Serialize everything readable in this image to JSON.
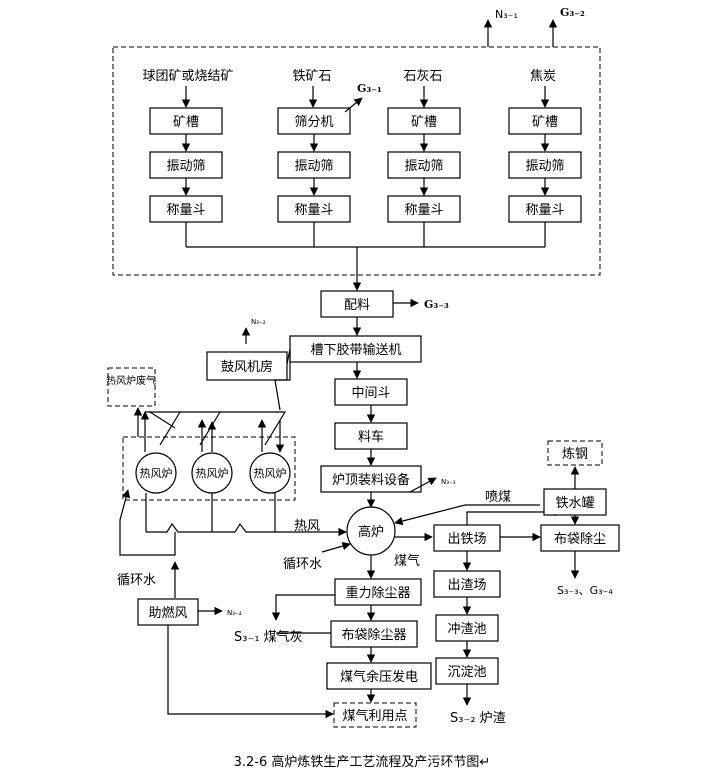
{
  "raw_materials": [
    "球团矿或烧结矿",
    "铁矿石",
    "石灰石",
    "焦炭"
  ],
  "column_steps": [
    [
      "矿槽",
      "振动筛",
      "称量斗"
    ],
    [
      "筛分机",
      "振动筛",
      "称量斗"
    ],
    [
      "矿槽",
      "振动筛",
      "称量斗"
    ],
    [
      "矿槽",
      "振动筛",
      "称量斗"
    ]
  ],
  "emissions": {
    "top_n": "N₃₋₁",
    "top_g": "G₃₋₂",
    "screening": "G₃₋₁",
    "batching": "G₃₋₃",
    "blower": "N₃₋₂",
    "furnace_top": "N₃₋₃",
    "combustion_fan": "N₃₋₄"
  },
  "main_flow": {
    "batching": "配料",
    "conveyor": "槽下胶带输送机",
    "hopper": "中间斗",
    "car": "料车",
    "top_charging": "炉顶装料设备",
    "blast_furnace": "高炉"
  },
  "hot_blast": {
    "blower_room": "鼓风机房",
    "exhaust": "热风炉废气",
    "stove": "热风炉",
    "hot_air": "热风",
    "circ_water_1": "循环水",
    "circ_water_2": "循环水",
    "combustion_fan": "助燃风"
  },
  "gas_path": {
    "gas": "煤气",
    "gravity": "重力除尘器",
    "bag_filter": "布袋除尘器",
    "trt": "煤气余压发电",
    "use_point": "煤气利用点",
    "dust": "S₃₋₁ 煤气灰"
  },
  "iron_path": {
    "coal_injection": "喷煤",
    "tapping": "出铁场",
    "ladle": "铁水罐",
    "steel": "炼钢",
    "bag": "布袋除尘",
    "solids": "S₃₋₃、G₃₋₄"
  },
  "slag_path": {
    "slag_yard": "出渣场",
    "flushing": "冲渣池",
    "settling": "沉淀池",
    "slag": "S₃₋₂ 炉渣"
  },
  "caption": "3.2-6  高炉炼铁生产工艺流程及产污环节图↵"
}
